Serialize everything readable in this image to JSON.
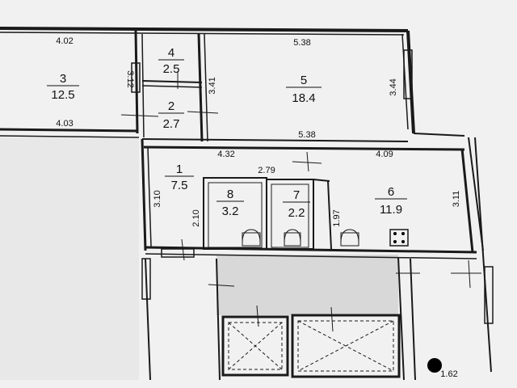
{
  "rooms": [
    {
      "id": "3",
      "number": "3",
      "area": "12.5"
    },
    {
      "id": "4",
      "number": "4",
      "area": "2.5"
    },
    {
      "id": "2",
      "number": "2",
      "area": "2.7"
    },
    {
      "id": "5",
      "number": "5",
      "area": "18.4"
    },
    {
      "id": "1",
      "number": "1",
      "area": "7.5"
    },
    {
      "id": "8",
      "number": "8",
      "area": "3.2"
    },
    {
      "id": "7",
      "number": "7",
      "area": "2.2"
    },
    {
      "id": "6",
      "number": "6",
      "area": "11.9"
    }
  ],
  "dimensions": {
    "room3_top": "4.02",
    "room3_bottom": "4.03",
    "room3_side": "3.12",
    "room2_side": "3.41",
    "room5_top": "5.38",
    "room5_bottom": "5.38",
    "room5_side": "3.44",
    "room1_top": "4.32",
    "room1_side": "3.10",
    "room6_top": "4.09",
    "room6_side": "3.11",
    "bath_top": "2.79",
    "bath_height_left": "2.10",
    "bath_height_right": "1.97",
    "lower_right": "1.62"
  }
}
